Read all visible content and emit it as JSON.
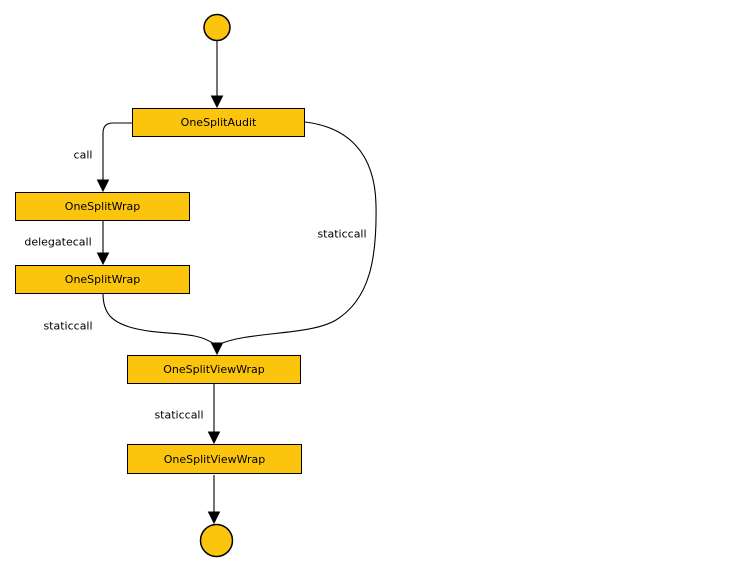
{
  "diagram": {
    "type": "flowchart-call-graph",
    "background": "#ffffff",
    "node_fill": "#FBC40D",
    "node_border": "#000000",
    "edge_color": "#000000",
    "nodes": {
      "start": {
        "type": "circle",
        "role": "entry-point"
      },
      "audit": {
        "label": "OneSplitAudit"
      },
      "wrap1": {
        "label": "OneSplitWrap"
      },
      "wrap2": {
        "label": "OneSplitWrap"
      },
      "view1": {
        "label": "OneSplitViewWrap"
      },
      "view2": {
        "label": "OneSplitViewWrap"
      },
      "end": {
        "type": "circle",
        "role": "exit-point"
      }
    },
    "edges": [
      {
        "from": "start",
        "to": "audit",
        "label": ""
      },
      {
        "from": "audit",
        "to": "wrap1",
        "label": "call"
      },
      {
        "from": "wrap1",
        "to": "wrap2",
        "label": "delegatecall"
      },
      {
        "from": "wrap2",
        "to": "view1",
        "label": "staticcall"
      },
      {
        "from": "audit",
        "to": "view1",
        "label": "staticcall"
      },
      {
        "from": "view1",
        "to": "view2",
        "label": "staticcall"
      },
      {
        "from": "view2",
        "to": "end",
        "label": ""
      }
    ]
  }
}
